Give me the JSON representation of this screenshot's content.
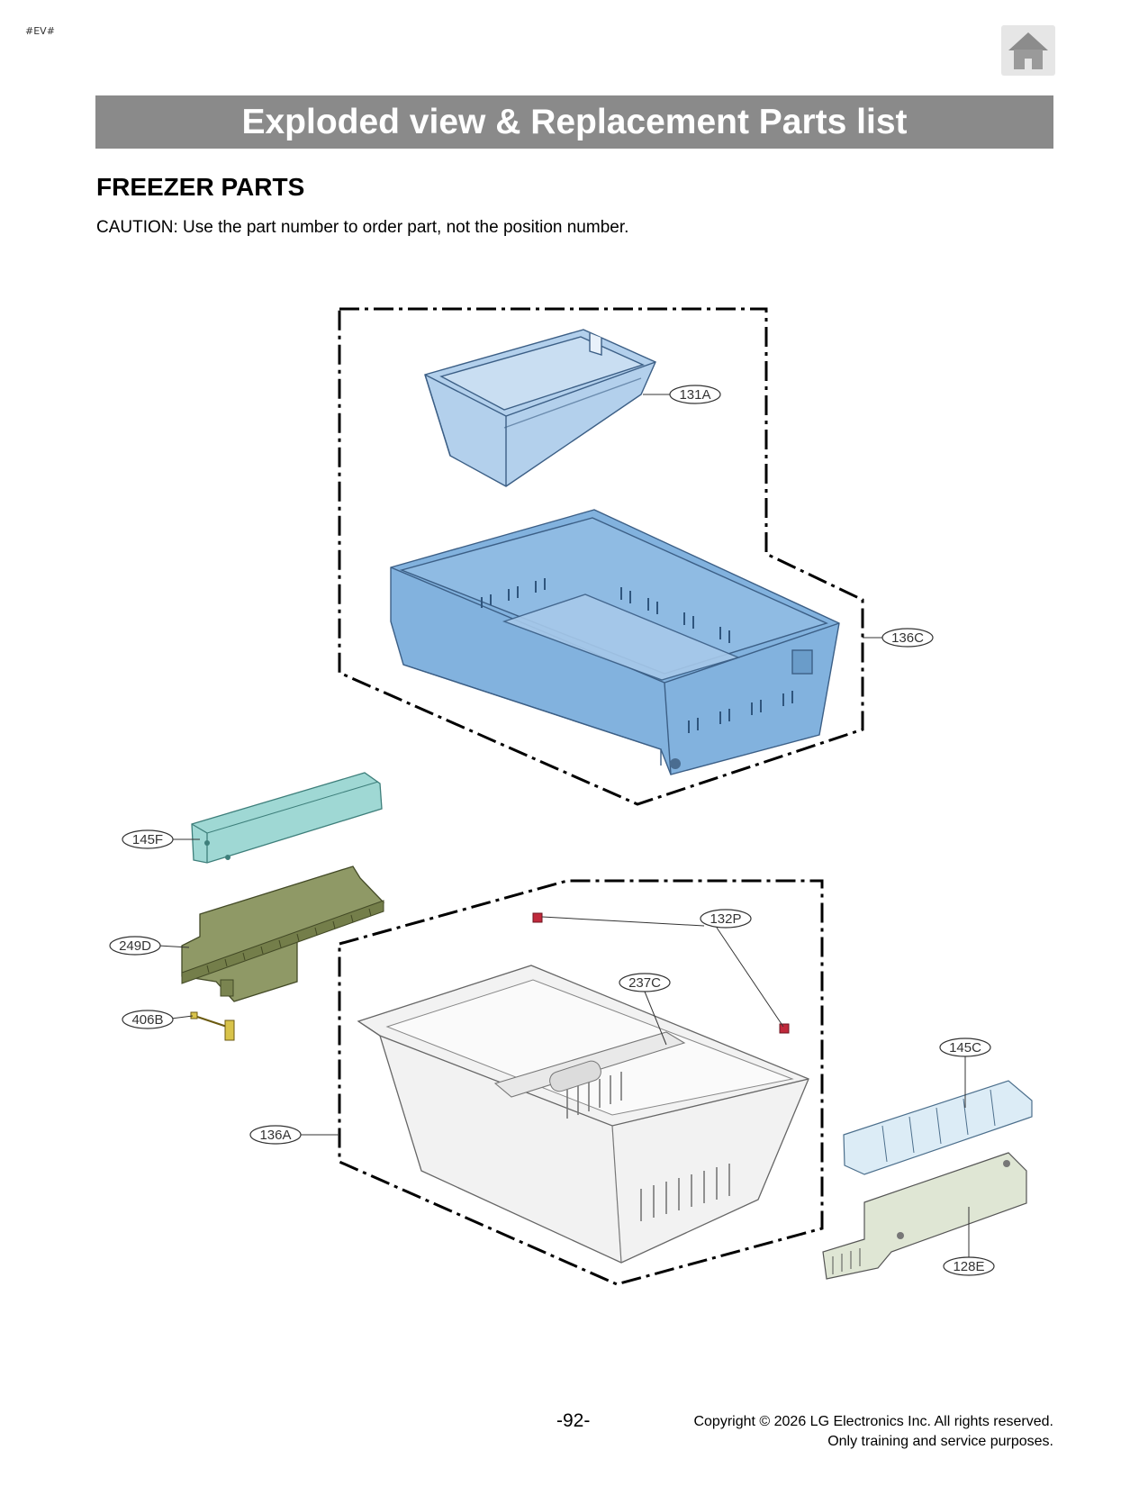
{
  "header": {
    "doc_tag": "#EV#",
    "banner_title": "Exploded view & Replacement Parts list",
    "home_button": "home-icon"
  },
  "section": {
    "title": "FREEZER PARTS",
    "caution": "CAUTION: Use the part number to order part, not the position number."
  },
  "callouts": {
    "p131A": "131A",
    "p136C": "136C",
    "p145F": "145F",
    "p249D": "249D",
    "p406B": "406B",
    "p132P": "132P",
    "p237C": "237C",
    "p145C": "145C",
    "p136A": "136A",
    "p128E": "128E"
  },
  "colors": {
    "bin_light_blue": "#b3d0ec",
    "drawer_blue": "#82b2de",
    "rail_teal": "#9fd8d4",
    "rack_olive": "#8f9966",
    "basket_gray": "#f2f2f2",
    "banner_gray": "#8a8a8a"
  },
  "footer": {
    "page_number": "-92-",
    "copyright_line1": "Copyright © 2026 LG Electronics Inc. All rights reserved.",
    "copyright_line2": "Only training and service purposes."
  }
}
